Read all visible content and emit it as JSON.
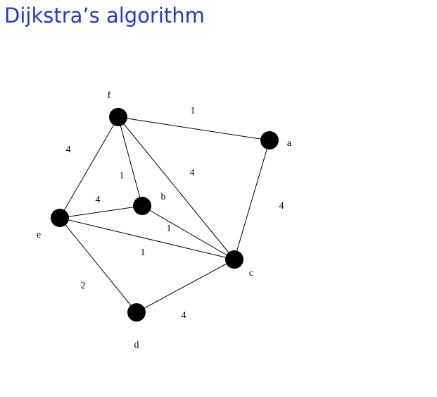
{
  "title": "Dijkstra’s algorithm",
  "graph": {
    "nodes": [
      {
        "id": "f",
        "label": "f"
      },
      {
        "id": "a",
        "label": "a"
      },
      {
        "id": "b",
        "label": "b"
      },
      {
        "id": "e",
        "label": "e"
      },
      {
        "id": "c",
        "label": "c"
      },
      {
        "id": "d",
        "label": "d"
      }
    ],
    "edges": [
      {
        "from": "f",
        "to": "a",
        "weight": "1"
      },
      {
        "from": "f",
        "to": "e",
        "weight": "4"
      },
      {
        "from": "f",
        "to": "b",
        "weight": "1"
      },
      {
        "from": "f",
        "to": "c",
        "weight": "4"
      },
      {
        "from": "a",
        "to": "c",
        "weight": "4"
      },
      {
        "from": "e",
        "to": "b",
        "weight": "4"
      },
      {
        "from": "b",
        "to": "c",
        "weight": "1"
      },
      {
        "from": "e",
        "to": "c",
        "weight": "1"
      },
      {
        "from": "e",
        "to": "d",
        "weight": "2"
      },
      {
        "from": "d",
        "to": "c",
        "weight": "4"
      }
    ]
  }
}
